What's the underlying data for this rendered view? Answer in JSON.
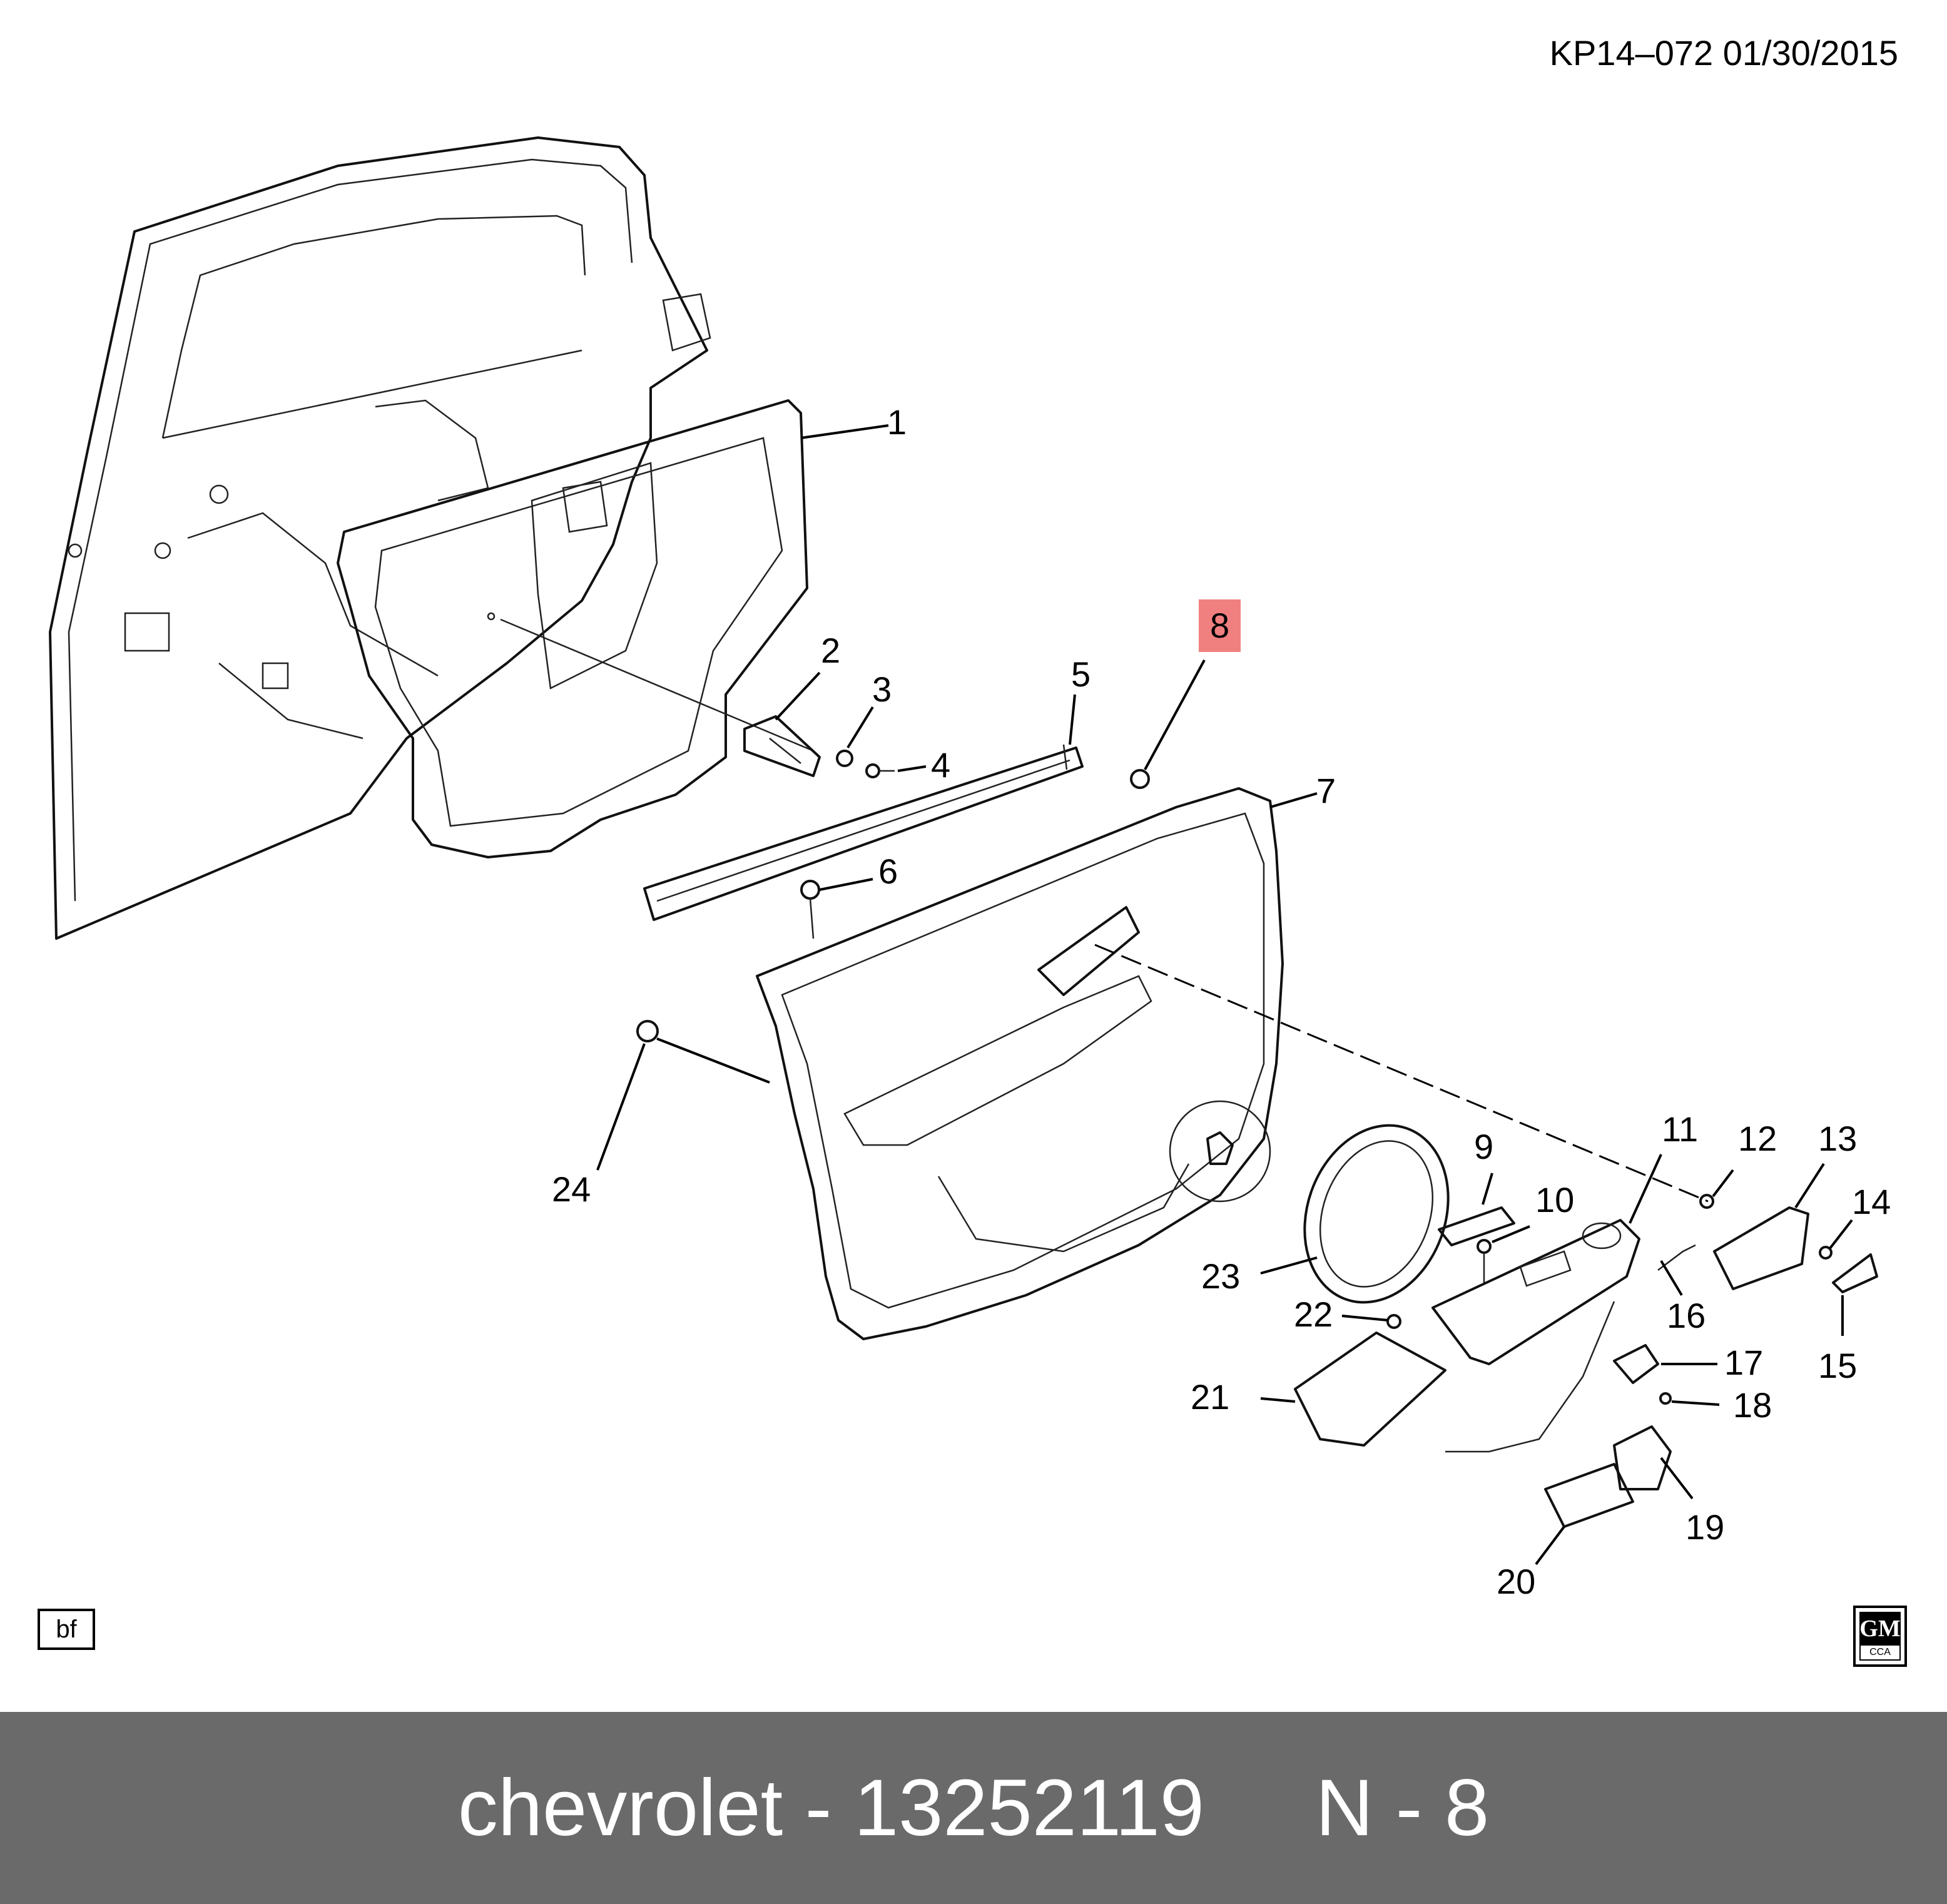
{
  "header": {
    "doc_id": "KP14–072  01/30/2015"
  },
  "callouts": [
    {
      "label": "1"
    },
    {
      "label": "2"
    },
    {
      "label": "3"
    },
    {
      "label": "4"
    },
    {
      "label": "5"
    },
    {
      "label": "6"
    },
    {
      "label": "7"
    },
    {
      "label": "8",
      "highlighted": true
    },
    {
      "label": "9"
    },
    {
      "label": "10"
    },
    {
      "label": "11"
    },
    {
      "label": "12"
    },
    {
      "label": "13"
    },
    {
      "label": "14"
    },
    {
      "label": "15"
    },
    {
      "label": "16"
    },
    {
      "label": "17"
    },
    {
      "label": "18"
    },
    {
      "label": "19"
    },
    {
      "label": "20"
    },
    {
      "label": "21"
    },
    {
      "label": "22"
    },
    {
      "label": "23"
    },
    {
      "label": "24"
    }
  ],
  "highlight_color": "#f08080",
  "corner_label": "bf",
  "logo": {
    "name": "gm-logo",
    "text": "GM",
    "sub": "CCA"
  },
  "footer": {
    "caption": "chevrolet - 13252119     N - 8",
    "background": "#6a6a6a"
  }
}
